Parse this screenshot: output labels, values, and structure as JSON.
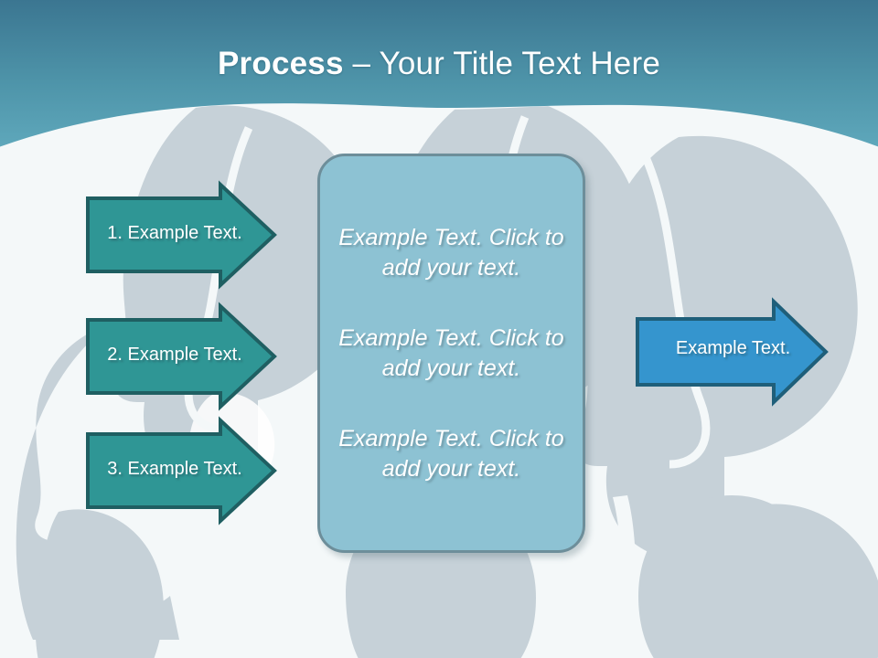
{
  "slide": {
    "title_strong": "Process",
    "title_rest": " – Your Title Text Here",
    "colors": {
      "header_gradient_top": "#3f7c93",
      "header_gradient_bottom": "#63aec2",
      "page_background": "#f2f7f8",
      "silhouette": "#c6d1d8",
      "arrow_teal_fill": "#2f9695",
      "arrow_teal_border": "#1f5f62",
      "arrow_blue_fill": "#3595ce",
      "arrow_blue_border": "#1f5f7a",
      "center_box_fill": "#8dc2d3",
      "center_box_border": "#6d8e9a",
      "text_white": "#ffffff"
    }
  },
  "left_arrows": [
    {
      "label": "1. Example Text.",
      "icon": "right-arrow-icon"
    },
    {
      "label": "2. Example Text.",
      "icon": "right-arrow-icon"
    },
    {
      "label": "3. Example Text.",
      "icon": "right-arrow-icon"
    }
  ],
  "center_box": {
    "paragraphs": [
      "Example Text. Click  to add your text.",
      "Example Text. Click  to add your text.",
      "Example Text. Click  to add your text."
    ]
  },
  "right_arrow": {
    "label": "Example Text.",
    "icon": "right-arrow-icon"
  }
}
